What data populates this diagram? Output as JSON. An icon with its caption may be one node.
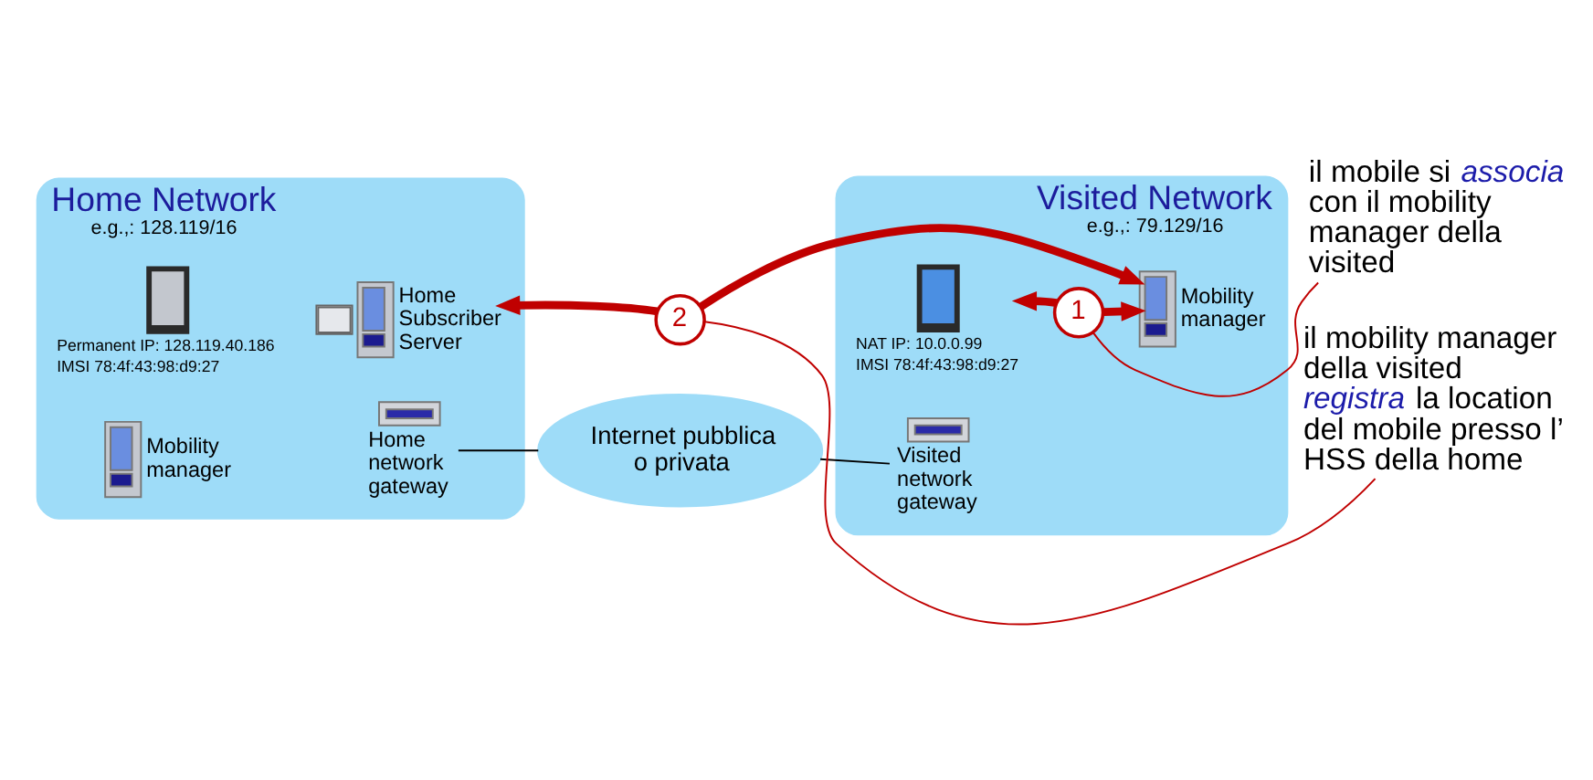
{
  "diagram": {
    "nodes": [
      {
        "text": [
          "Home Network",
          "e.g.,: 128.119/16"
        ]
      },
      {
        "text": [
          "Permanent IP: 128.119.40.186",
          "IMSI 78:4f:43:98:d9:27"
        ],
        "in": 0
      },
      {
        "text": [
          "Home Subscriber Server"
        ],
        "in": 0
      },
      {
        "text": [
          "Mobility manager"
        ],
        "in": 0
      },
      {
        "text": [
          "Home network gateway"
        ],
        "in": 0
      },
      {
        "text": [
          "Visited Network",
          "e.g.,: 79.129/16"
        ]
      },
      {
        "text": [
          "NAT IP: 10.0.0.99",
          "IMSI 78:4f:43:98:d9:27"
        ],
        "in": 5
      },
      {
        "text": [
          "1"
        ],
        "in": 5
      },
      {
        "text": [
          "Mobility manager"
        ],
        "in": 5
      },
      {
        "text": [
          "2"
        ]
      },
      {
        "text": [
          "Visited network gateway"
        ],
        "in": 5
      },
      {
        "text": [
          "Internet pubblica o privata"
        ]
      },
      {
        "text": [
          "il mobile si *associa* con il mobility manager della visited"
        ]
      },
      {
        "text": [
          "il mobility manager della visited *registra* la location del mobile presso l’ HSS della home"
        ]
      }
    ],
    "edges": [
      {
        "from": 7,
        "to": 6,
        "arrow": "to",
        "style": "thick",
        "color": "#c00000"
      },
      {
        "from": 7,
        "to": 8,
        "arrow": "to",
        "style": "thick",
        "color": "#c00000"
      },
      {
        "from": 9,
        "to": 2,
        "arrow": "to",
        "style": "thick",
        "color": "#c00000"
      },
      {
        "from": 9,
        "to": 8,
        "arrow": "to",
        "style": "thick",
        "color": "#c00000"
      },
      {
        "from": 12,
        "to": 7,
        "arrow": "none",
        "color": "#c00000"
      },
      {
        "from": 13,
        "to": 9,
        "arrow": "none",
        "color": "#c00000"
      },
      {
        "from": 4,
        "to": 11,
        "arrow": "none",
        "color": "#000000"
      },
      {
        "from": 11,
        "to": 10,
        "arrow": "none",
        "color": "#000000"
      }
    ]
  }
}
